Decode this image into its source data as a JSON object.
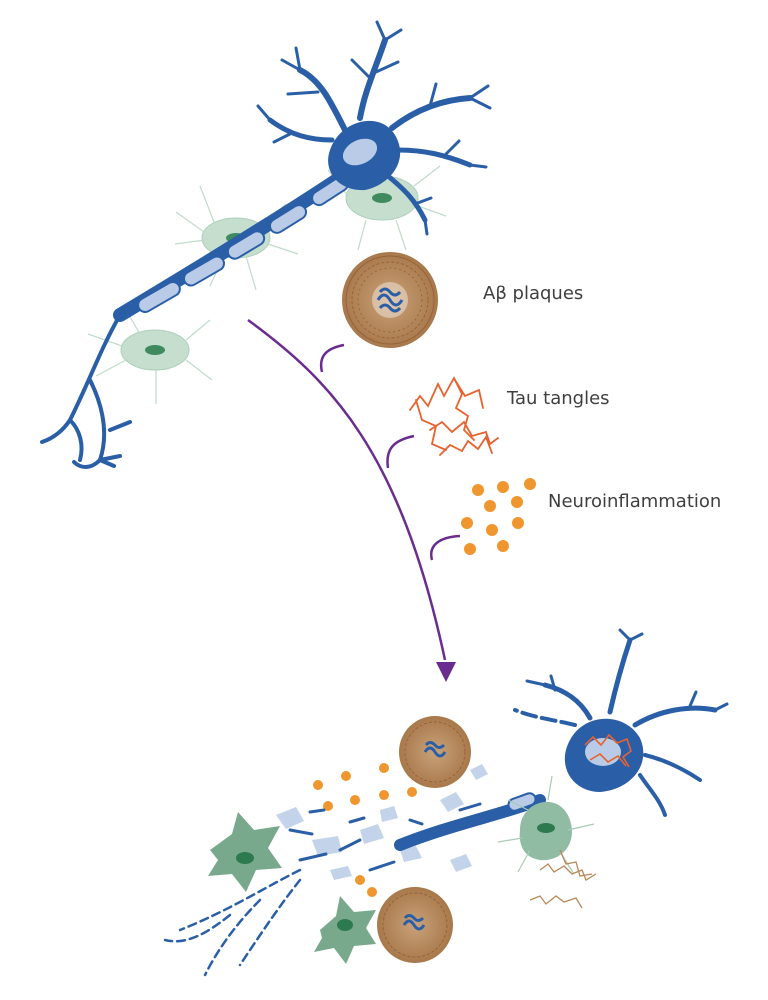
{
  "labels": {
    "plaques": "Aβ plaques",
    "tangles": "Tau tangles",
    "inflammation": "Neuroinflammation"
  },
  "colors": {
    "neuron_blue": "#2a5fa8",
    "myelin_light": "#b9cbe6",
    "glia_green": "#8fbca3",
    "glia_nucleus": "#3f8a5f",
    "plaque_brown": "#b88858",
    "tangle_orange": "#e8622f",
    "inflammation_orange": "#f0962e",
    "arrow_purple": "#6a2c8e",
    "label_gray": "#3f3f3f"
  },
  "icons": [
    "healthy-neuron-icon",
    "astrocyte-icon",
    "amyloid-plaque-icon",
    "tau-tangle-icon",
    "inflammation-dots-icon",
    "degenerating-neuron-icon",
    "microglia-icon"
  ]
}
